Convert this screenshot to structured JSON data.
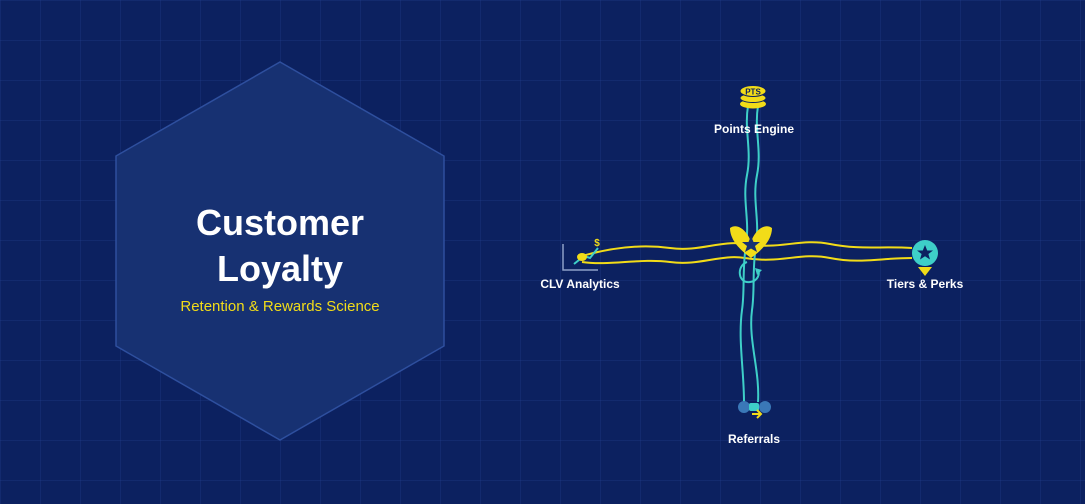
{
  "hero": {
    "title_line1": "Customer",
    "title_line2": "Loyalty",
    "subtitle": "Retention & Rewards Science"
  },
  "hub": {
    "center_icon": "heart-star-icon",
    "nodes": [
      {
        "id": "top",
        "label": "Points Engine",
        "icon": "coin-stack-icon",
        "icon_text": "PTS"
      },
      {
        "id": "left",
        "label": "CLV Analytics",
        "icon": "growth-chart-icon",
        "icon_text": "$"
      },
      {
        "id": "right",
        "label": "Tiers & Perks",
        "icon": "star-badge-icon"
      },
      {
        "id": "bottom",
        "label": "Referrals",
        "icon": "referral-people-icon"
      }
    ]
  },
  "colors": {
    "background": "#0c2160",
    "hexagon_fill": "#173172",
    "hexagon_stroke": "#2e4f9e",
    "accent_yellow": "#f2dc18",
    "accent_teal": "#3ecfc8",
    "text": "#ffffff"
  }
}
